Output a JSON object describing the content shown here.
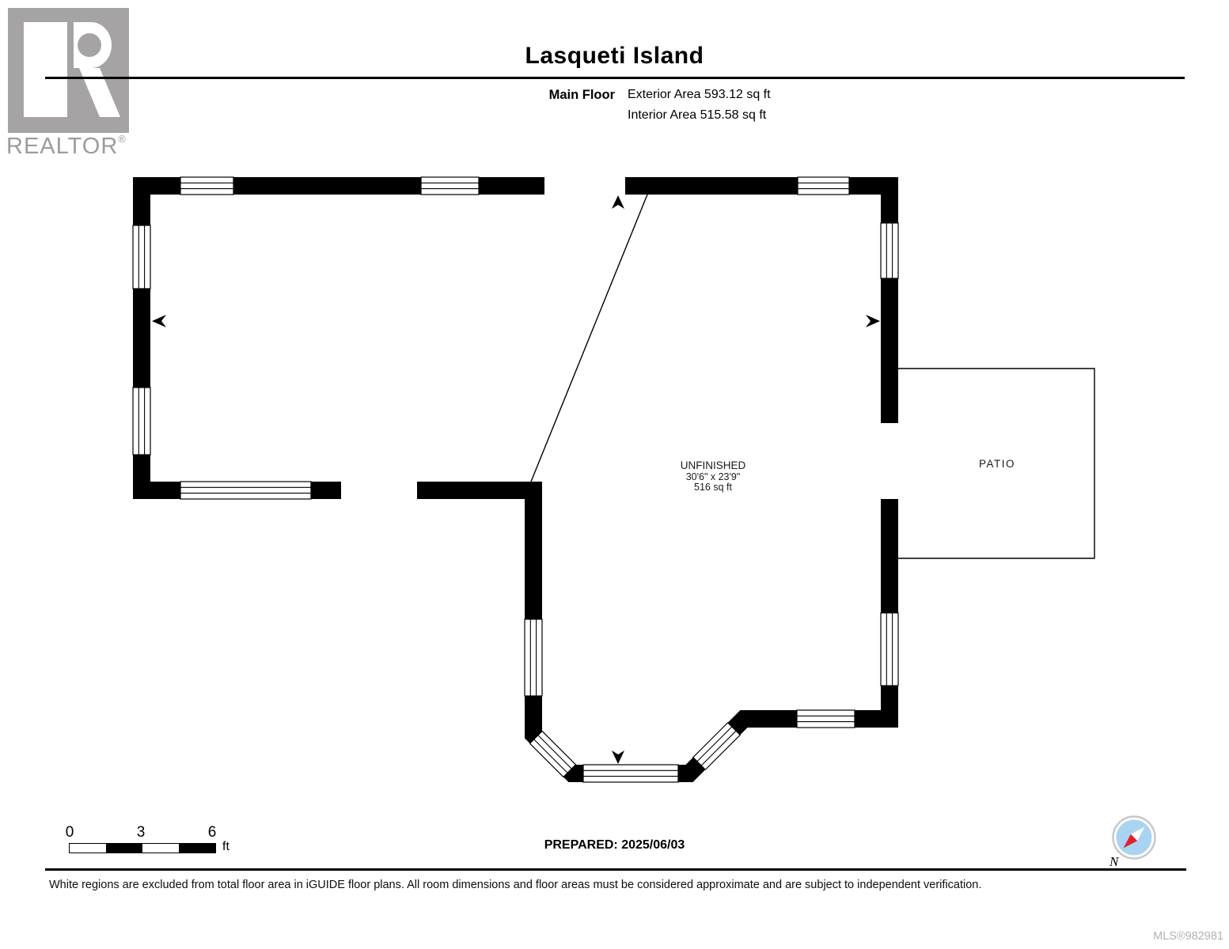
{
  "branding": {
    "wordmark": "REALTOR",
    "registered": "®"
  },
  "header": {
    "title": "Lasqueti Island",
    "floor_label": "Main Floor",
    "exterior_area": "Exterior Area 593.12 sq ft",
    "interior_area": "Interior Area 515.58 sq ft"
  },
  "floorplan": {
    "room": {
      "name": "UNFINISHED",
      "dimensions": "30'6\" x 23'9\"",
      "area": "516 sq ft"
    },
    "patio_label": "PATIO"
  },
  "scale_bar": {
    "ticks": [
      "0",
      "3",
      "6"
    ],
    "unit": "ft"
  },
  "prepared_label": "PREPARED: 2025/06/03",
  "compass": {
    "north_label": "N"
  },
  "footer": {
    "disclaimer": "White regions are excluded from total floor area in iGUIDE floor plans. All room dimensions and floor areas must be considered approximate and are subject to independent verification.",
    "mls_number": "MLS®982981"
  },
  "colors": {
    "wall": "#000000",
    "logo_gray": "#a5a3a4",
    "wordmark_gray": "#9d9b9c",
    "mls_gray": "#b3b2b2",
    "compass_blue": "#a9d4f1",
    "compass_red": "#e32028",
    "compass_ring": "#c8c8c8"
  }
}
